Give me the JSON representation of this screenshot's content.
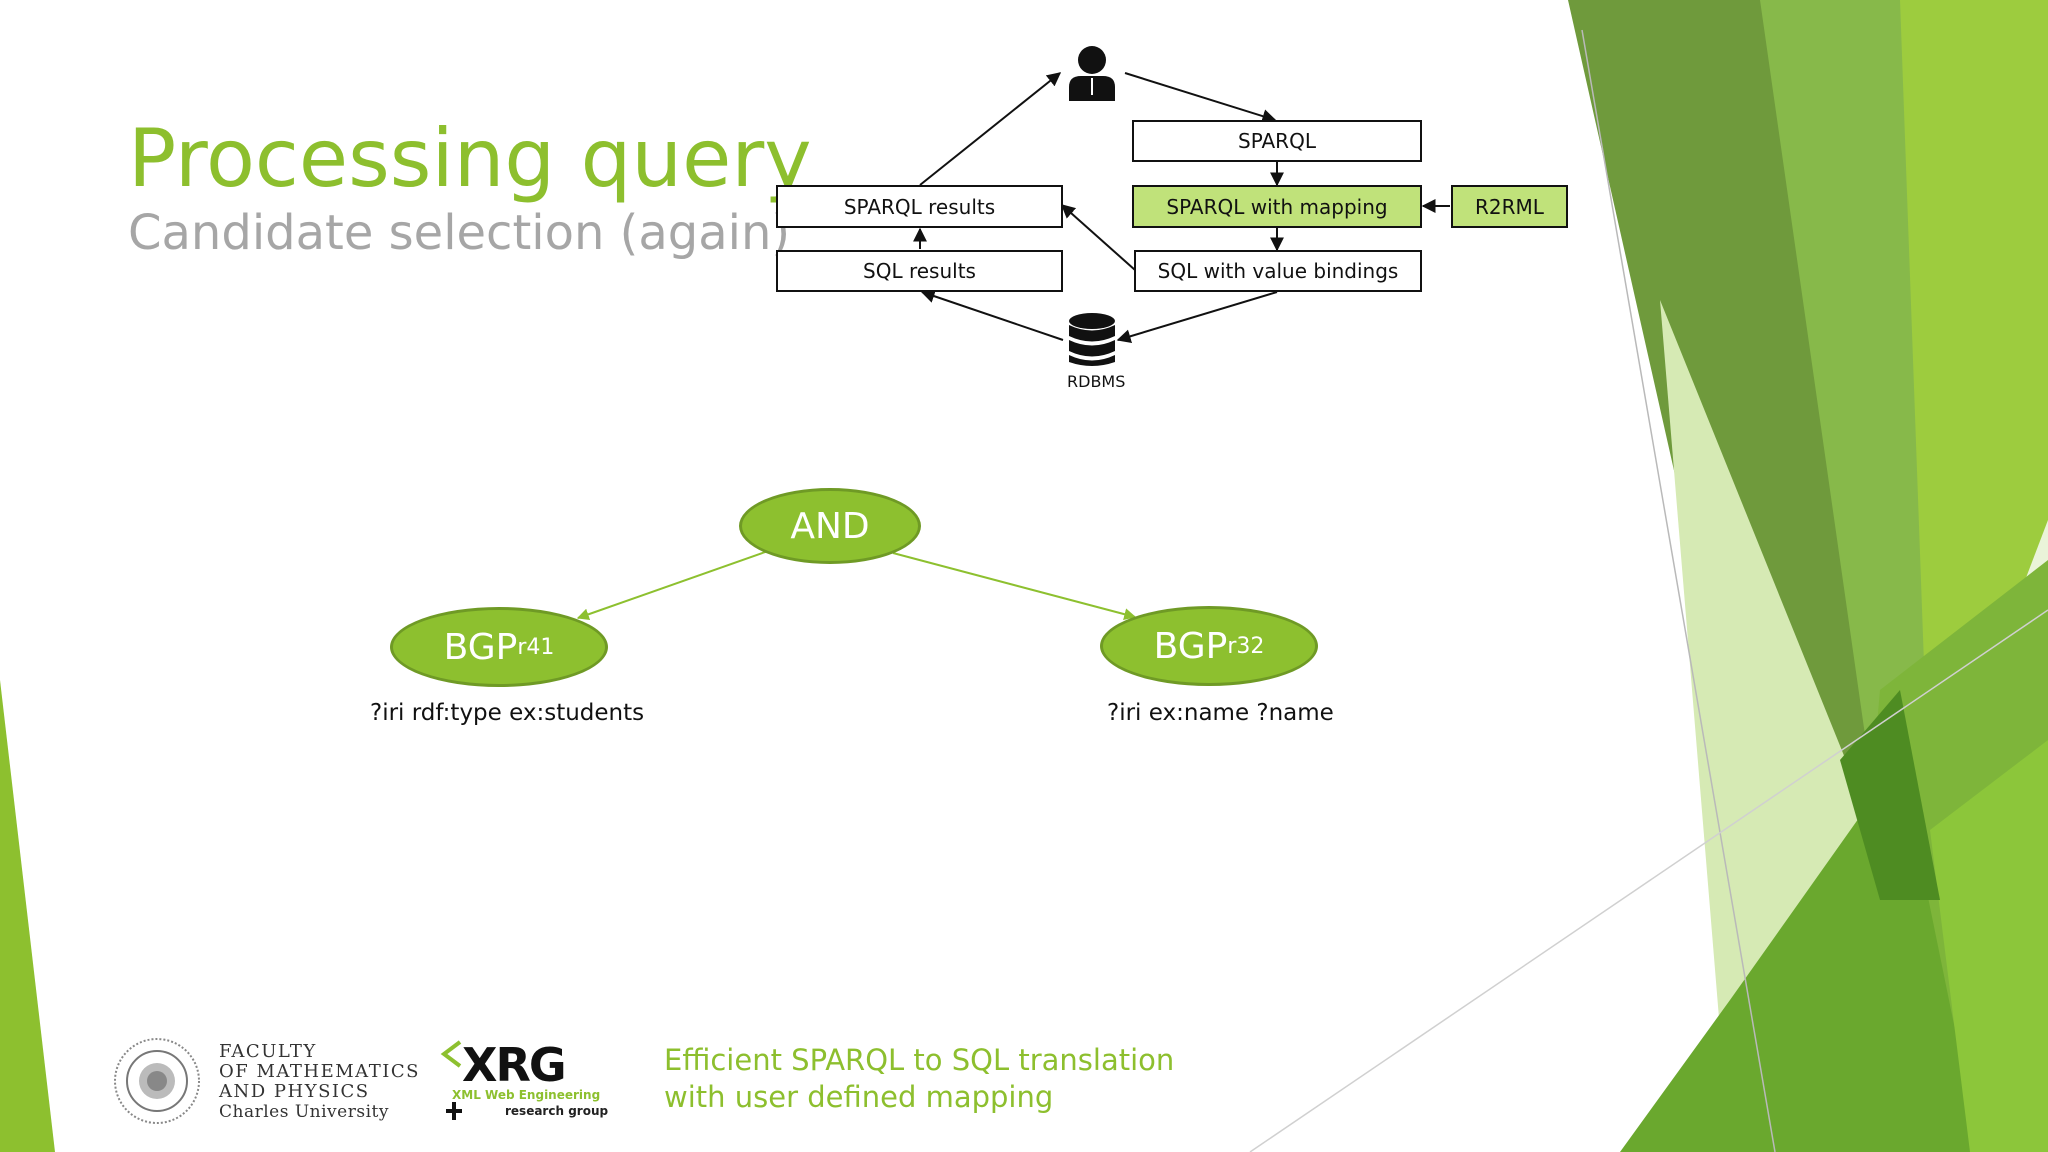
{
  "slide": {
    "title": "Processing query",
    "subtitle": "Candidate selection (again)"
  },
  "flow": {
    "sparql": "SPARQL",
    "sparql_mapping": "SPARQL with mapping",
    "r2rml": "R2RML",
    "sql_bindings": "SQL with value bindings",
    "sparql_results": "SPARQL results",
    "sql_results": "SQL results",
    "rdbms": "RDBMS"
  },
  "tree": {
    "and": "AND",
    "left": {
      "base": "BGP",
      "sup": "r4",
      "sub": "1",
      "pattern": "?iri rdf:type ex:students"
    },
    "right": {
      "base": "BGP",
      "sup": "r3",
      "sub": "2",
      "pattern": "?iri ex:name ?name"
    }
  },
  "footer": {
    "faculty_line1": "FACULTY",
    "faculty_line2": "OF MATHEMATICS",
    "faculty_line3": "AND PHYSICS",
    "university": "Charles University",
    "xrg_logo": "XRG",
    "xrg_line1": "XML Web Engineering",
    "xrg_line2": "research group",
    "caption_line1": "Efficient SPARQL to SQL translation",
    "caption_line2": "with user defined mapping"
  },
  "colors": {
    "accent": "#8dbf2e",
    "node_fill": "#8dc02f",
    "highlight_box": "#c0e27a"
  }
}
